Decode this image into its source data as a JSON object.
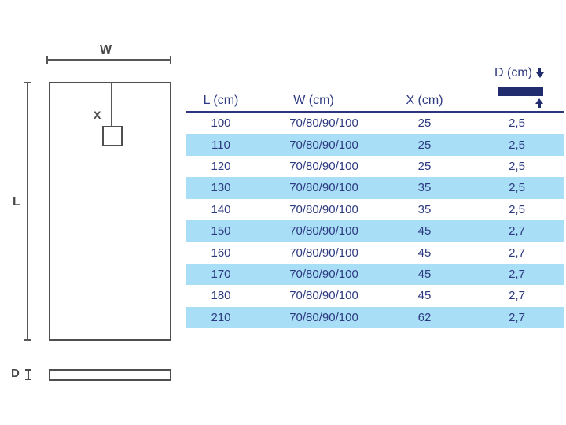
{
  "diagram": {
    "width_label": "W",
    "length_label": "L",
    "drain_offset_label": "X",
    "depth_label": "D"
  },
  "table": {
    "headers": {
      "l": "L (cm)",
      "w": "W (cm)",
      "x": "X (cm)",
      "d": "D (cm)"
    },
    "rows": [
      {
        "l": "100",
        "w": "70/80/90/100",
        "x": "25",
        "d": "2,5"
      },
      {
        "l": "110",
        "w": "70/80/90/100",
        "x": "25",
        "d": "2,5"
      },
      {
        "l": "120",
        "w": "70/80/90/100",
        "x": "25",
        "d": "2,5"
      },
      {
        "l": "130",
        "w": "70/80/90/100",
        "x": "35",
        "d": "2,5"
      },
      {
        "l": "140",
        "w": "70/80/90/100",
        "x": "35",
        "d": "2,5"
      },
      {
        "l": "150",
        "w": "70/80/90/100",
        "x": "45",
        "d": "2,7"
      },
      {
        "l": "160",
        "w": "70/80/90/100",
        "x": "45",
        "d": "2,7"
      },
      {
        "l": "170",
        "w": "70/80/90/100",
        "x": "45",
        "d": "2,7"
      },
      {
        "l": "180",
        "w": "70/80/90/100",
        "x": "45",
        "d": "2,7"
      },
      {
        "l": "210",
        "w": "70/80/90/100",
        "x": "62",
        "d": "2,7"
      }
    ],
    "icons": {
      "depth_arrow_down": "arrow-down-icon",
      "depth_arrow_up": "arrow-up-icon",
      "depth_bar": "depth-bar"
    }
  },
  "colors": {
    "text_navy": "#2d3a80",
    "bar_navy": "#212c6e",
    "row_blue": "#a9def7",
    "line_gray": "#575757"
  }
}
